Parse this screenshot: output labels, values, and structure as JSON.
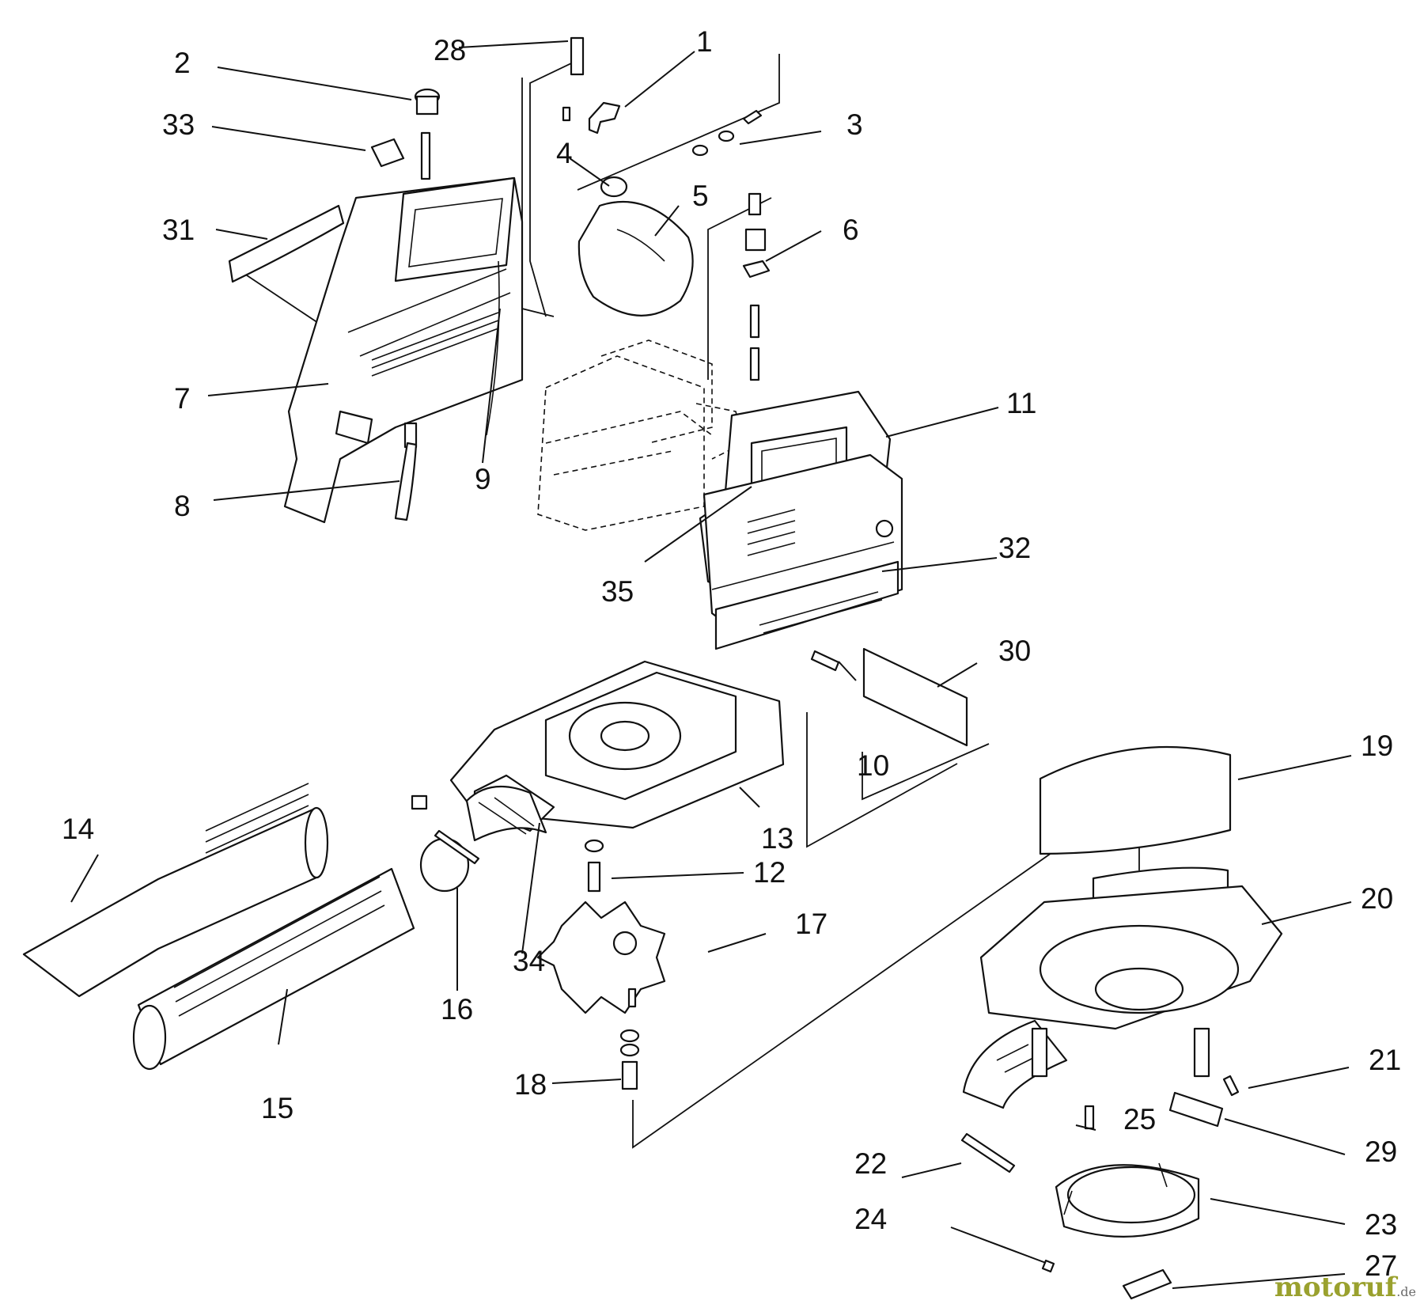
{
  "callouts": [
    {
      "id": "1",
      "label": "1"
    },
    {
      "id": "2",
      "label": "2"
    },
    {
      "id": "3",
      "label": "3"
    },
    {
      "id": "4",
      "label": "4"
    },
    {
      "id": "5",
      "label": "5"
    },
    {
      "id": "6",
      "label": "6"
    },
    {
      "id": "7",
      "label": "7"
    },
    {
      "id": "8",
      "label": "8"
    },
    {
      "id": "9",
      "label": "9"
    },
    {
      "id": "10",
      "label": "10"
    },
    {
      "id": "11",
      "label": "11"
    },
    {
      "id": "12",
      "label": "12"
    },
    {
      "id": "13",
      "label": "13"
    },
    {
      "id": "14",
      "label": "14"
    },
    {
      "id": "15",
      "label": "15"
    },
    {
      "id": "16",
      "label": "16"
    },
    {
      "id": "17",
      "label": "17"
    },
    {
      "id": "18",
      "label": "18"
    },
    {
      "id": "19",
      "label": "19"
    },
    {
      "id": "20",
      "label": "20"
    },
    {
      "id": "21",
      "label": "21"
    },
    {
      "id": "22",
      "label": "22"
    },
    {
      "id": "23",
      "label": "23"
    },
    {
      "id": "24",
      "label": "24"
    },
    {
      "id": "25",
      "label": "25"
    },
    {
      "id": "27",
      "label": "27"
    },
    {
      "id": "28",
      "label": "28"
    },
    {
      "id": "29",
      "label": "29"
    },
    {
      "id": "30",
      "label": "30"
    },
    {
      "id": "31",
      "label": "31"
    },
    {
      "id": "32",
      "label": "32"
    },
    {
      "id": "33",
      "label": "33"
    },
    {
      "id": "34",
      "label": "34"
    },
    {
      "id": "35",
      "label": "35"
    }
  ],
  "watermark": {
    "brand": "motoruf",
    "suffix": ".de"
  }
}
